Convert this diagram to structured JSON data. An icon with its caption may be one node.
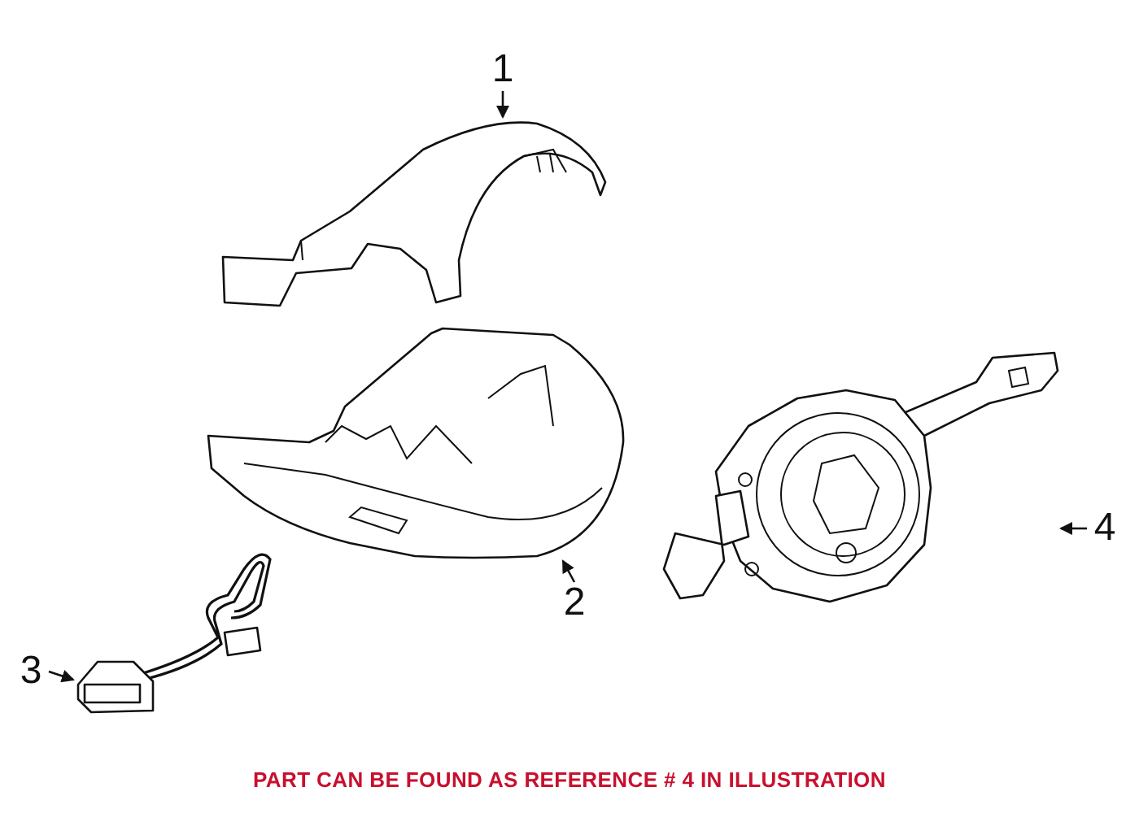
{
  "diagram": {
    "caption": "PART CAN BE FOUND AS REFERENCE # 4 IN ILLUSTRATION",
    "nodes": [
      {
        "text": [
          "1"
        ]
      },
      {
        "text": [],
        "shape": "picture"
      },
      {
        "text": [
          "2"
        ]
      },
      {
        "text": [],
        "shape": "picture"
      },
      {
        "text": [
          "3"
        ]
      },
      {
        "text": [],
        "shape": "picture"
      },
      {
        "text": [
          "4"
        ]
      },
      {
        "text": [],
        "shape": "picture"
      }
    ],
    "edges": [
      {
        "from": 0,
        "to": 1,
        "arrow": "to"
      },
      {
        "from": 2,
        "to": 3,
        "arrow": "to"
      },
      {
        "from": 4,
        "to": 5,
        "arrow": "to"
      },
      {
        "from": 6,
        "to": 7,
        "arrow": "to"
      }
    ]
  }
}
